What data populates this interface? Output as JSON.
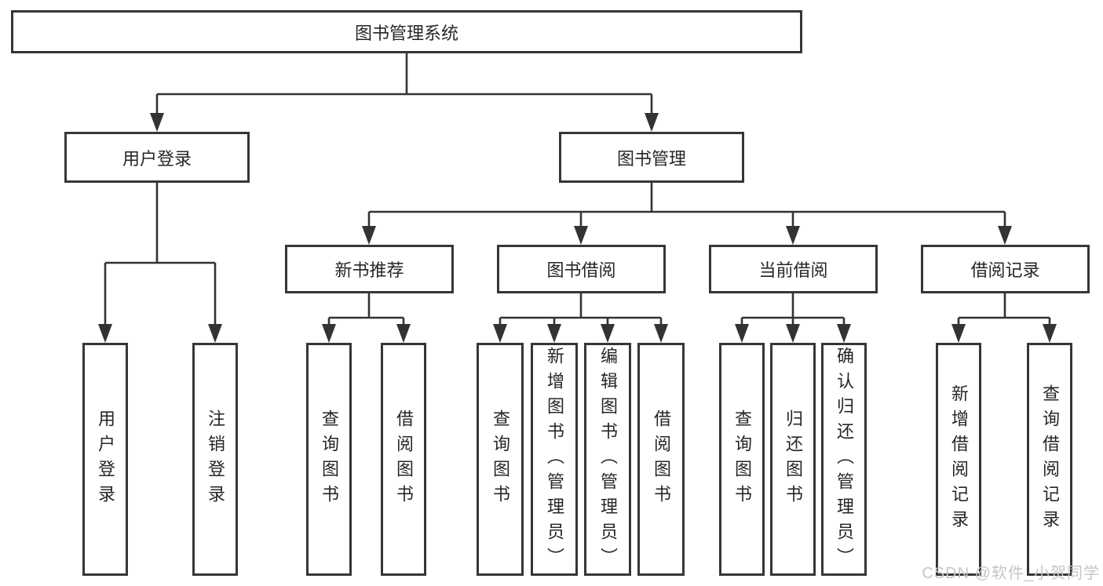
{
  "tree": {
    "root": {
      "label": "图书管理系统"
    },
    "user_login": {
      "label": "用户登录",
      "children": {
        "login": {
          "label": "用户登录"
        },
        "logout": {
          "label": "注销登录"
        }
      }
    },
    "book_mgmt": {
      "label": "图书管理",
      "children": {
        "new_book_rec": {
          "label": "新书推荐",
          "children": {
            "query_book": {
              "label": "查询图书"
            },
            "borrow_book": {
              "label": "借阅图书"
            }
          }
        },
        "book_borrow": {
          "label": "图书借阅",
          "children": {
            "query_book": {
              "label": "查询图书"
            },
            "add_book": {
              "label": "新增图书（管理员）"
            },
            "edit_book": {
              "label": "编辑图书（管理员）"
            },
            "borrow_book": {
              "label": "借阅图书"
            }
          }
        },
        "current_borrow": {
          "label": "当前借阅",
          "children": {
            "query_book": {
              "label": "查询图书"
            },
            "return_book": {
              "label": "归还图书"
            },
            "confirm_return": {
              "label": "确认归还（管理员）"
            }
          }
        },
        "borrow_records": {
          "label": "借阅记录",
          "children": {
            "add_record": {
              "label": "新增借阅记录"
            },
            "query_record": {
              "label": "查询借阅记录"
            }
          }
        }
      }
    }
  },
  "watermark": {
    "text": "CSDN @软件_小贺同学"
  },
  "colors": {
    "line": "#333333",
    "box_border": "#363636",
    "text": "#262626",
    "watermark": "#c5c5c5",
    "background": "#ffffff"
  }
}
